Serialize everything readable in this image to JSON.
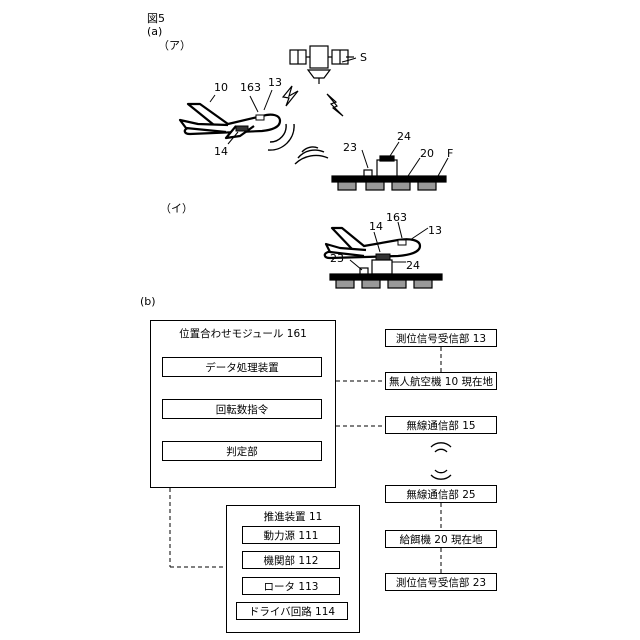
{
  "figure": {
    "title": "図5",
    "label_a": "(a)",
    "label_a_sub1": "（ア）",
    "label_a_sub2": "（イ）",
    "label_b": "(b)"
  },
  "scene1": {
    "labels": {
      "satellite": "S",
      "aircraft": "10",
      "receiver_top": "163",
      "receiver_num": "13",
      "radio": "14",
      "station_top": "24",
      "station_left": "23",
      "station_right": "20",
      "facility": "F"
    }
  },
  "scene2": {
    "labels": {
      "radio": "14",
      "receiver_top": "163",
      "receiver_num": "13",
      "station_left": "23",
      "station_right": "24"
    }
  },
  "diagram": {
    "module": {
      "title": "位置合わせモジュール 161",
      "items": [
        "データ処理装置",
        "回転数指令",
        "判定部"
      ]
    },
    "propulsion": {
      "title": "推進装置 11",
      "items": [
        "動力源 111",
        "機関部 112",
        "ロータ 113",
        "ドライバ回路 114"
      ]
    },
    "right": [
      "測位信号受信部 13",
      "無人航空機 10 現在地",
      "無線通信部 15",
      "無線通信部 25",
      "給餌機 20 現在地",
      "測位信号受信部 23"
    ]
  }
}
